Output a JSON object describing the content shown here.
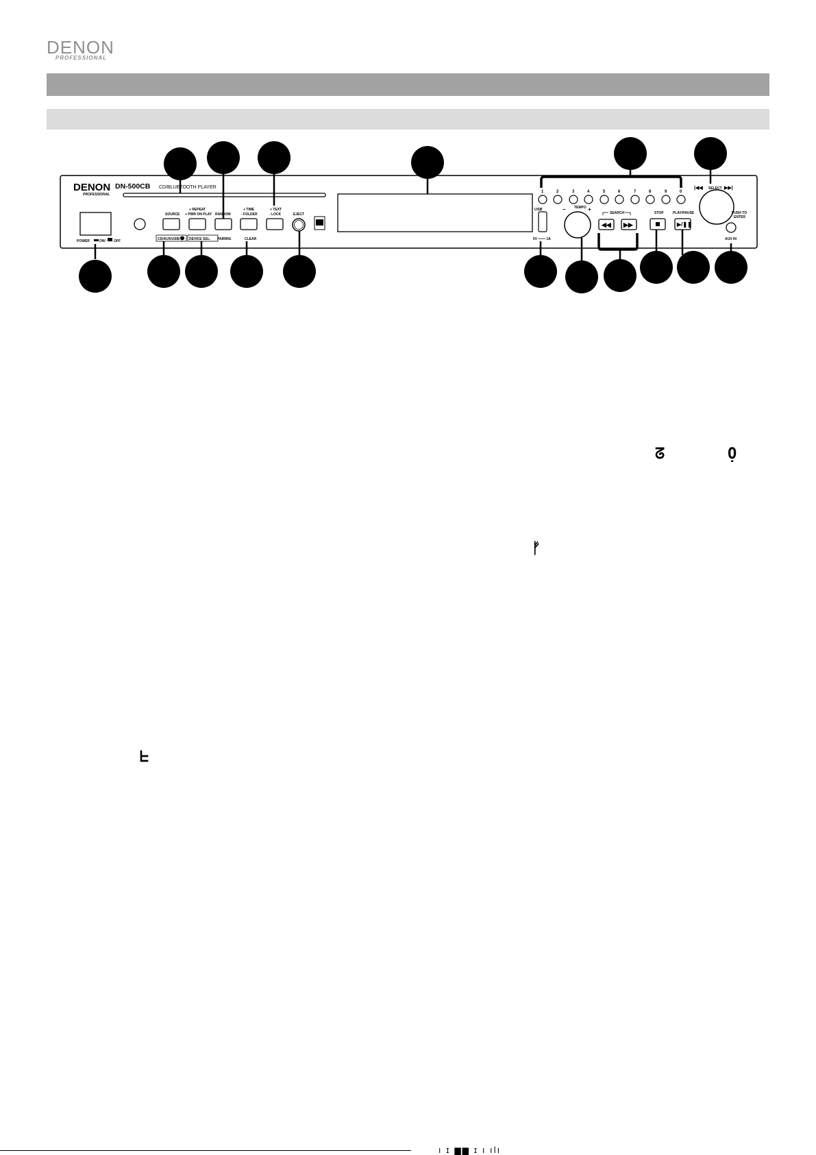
{
  "logo": {
    "brand": "DENON",
    "sub": "PROFESSIONAL"
  },
  "device": {
    "brand": "DENON",
    "brand_sub": "PROFESSIONAL",
    "model": "DN-500CB",
    "model_desc": "CD/BLUETOOTH PLAYER",
    "labels": {
      "source": "SOURCE",
      "repeat_1": "+ REPEAT",
      "repeat_2": "+ PWR ON PLAY",
      "random": "RANDOM",
      "time_1": "+ TIME",
      "time_2": "- FOLDER",
      "text_1": "+ TEXT",
      "text_2": "- LOCK",
      "eject": "EJECT",
      "source_sub": "CD/AUX/USB/",
      "device_sel": "DEVICE SEL.",
      "pairing": "PAIRING",
      "clear": "CLEAR",
      "power": "POWER",
      "power_on": "ON/",
      "power_off": "OFF",
      "usb": "USB",
      "usb_spec": "5V ═══ 1A",
      "tempo": "TEMPO",
      "tempo_minus": "−",
      "tempo_plus": "+",
      "search": "SEARCH",
      "stop": "STOP",
      "play_pause": "PLAY/PAUSE",
      "select": "SELECT",
      "push_1": "PUSH TO",
      "push_2": "ENTER",
      "aux_in": "AUX IN"
    },
    "numbers": [
      "1",
      "2",
      "3",
      "4",
      "5",
      "6",
      "7",
      "8",
      "9",
      "0"
    ]
  },
  "glyphs": {
    "g1": "ᘔ",
    "g2": "Ọ",
    "g3": "ᚠ",
    "g4": "ᖶ"
  },
  "footer_marks": "ı ɪ ▆▆ ɪ ı ılı"
}
